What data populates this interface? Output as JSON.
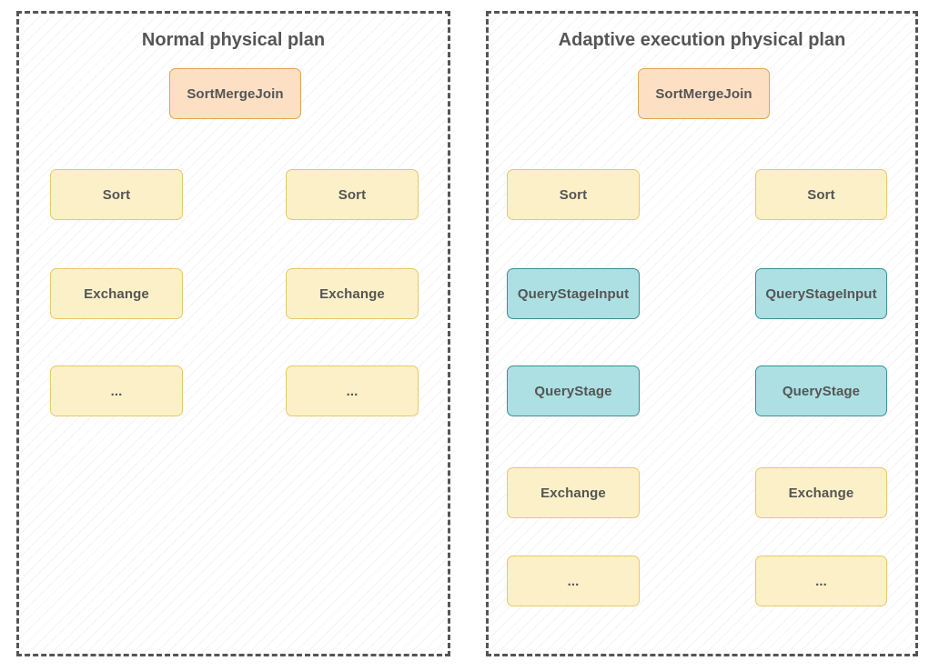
{
  "left_panel": {
    "title": "Normal physical plan",
    "root": "SortMergeJoin",
    "left_branch": [
      "Sort",
      "Exchange",
      "..."
    ],
    "right_branch": [
      "Sort",
      "Exchange",
      "..."
    ]
  },
  "right_panel": {
    "title": "Adaptive execution physical plan",
    "root": "SortMergeJoin",
    "left_branch": [
      "Sort",
      "QueryStageInput",
      "QueryStage",
      "Exchange",
      "..."
    ],
    "right_branch": [
      "Sort",
      "QueryStageInput",
      "QueryStage",
      "Exchange",
      "..."
    ]
  },
  "colors": {
    "root_fill": "#fde0c4",
    "node_fill": "#fcf0c8",
    "query_stage_fill": "#ace0e3",
    "connector": "#1a8a8f",
    "panel_border": "#555555"
  }
}
